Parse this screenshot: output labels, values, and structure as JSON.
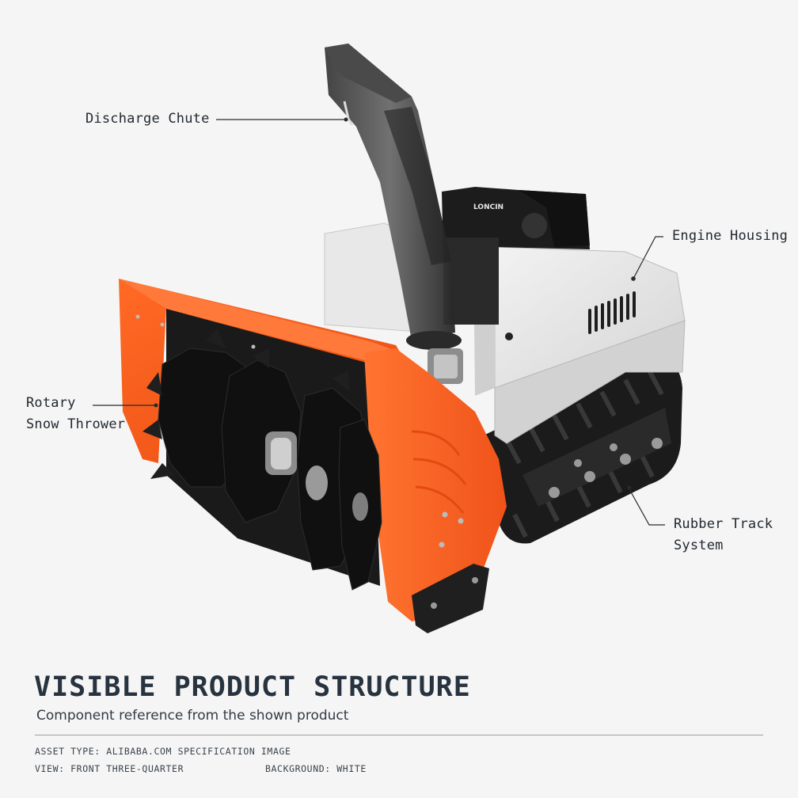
{
  "callouts": {
    "discharge_chute": "Discharge Chute",
    "engine_housing": "Engine Housing",
    "rotary_snow_thrower": "Rotary\nSnow Thrower",
    "rubber_track_system": "Rubber Track\nSystem"
  },
  "engine_brand": "LONCIN",
  "footer": {
    "title": "VISIBLE PRODUCT STRUCTURE",
    "subtitle": "Component reference from the shown product",
    "asset_type": "ASSET TYPE: ALIBABA.COM SPECIFICATION IMAGE",
    "view": "VIEW: FRONT THREE-QUARTER",
    "background": "BACKGROUND: WHITE"
  },
  "colors": {
    "background": "#f5f5f5",
    "auger_housing_orange": "#ff5a17",
    "engine_housing_white": "#e6e6e6",
    "engine_black": "#1c1c1c",
    "label_text": "#222831"
  }
}
